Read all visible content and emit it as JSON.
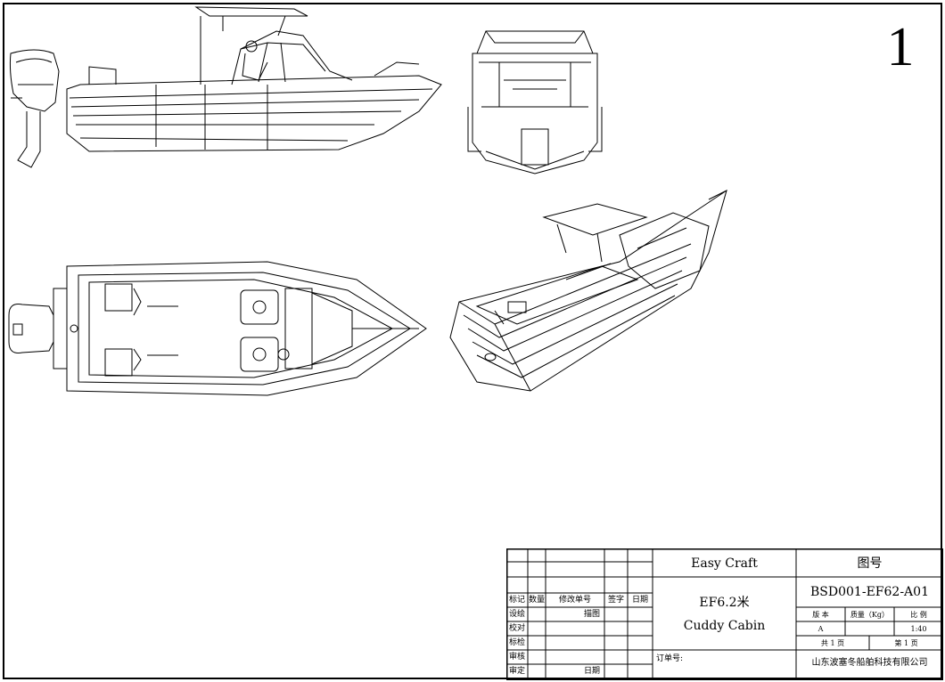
{
  "sheet": {
    "number": "1"
  },
  "title_block": {
    "company_short": "Easy Craft",
    "drawing_no_label": "图号",
    "drawing_no": "BSD001-EF62-A01",
    "model": "EF6.2米",
    "model_name": "Cuddy Cabin",
    "rev_headers": [
      "标记",
      "数量",
      "修改单号",
      "签字",
      "日期"
    ],
    "roles": [
      "设绘",
      "校对",
      "标检",
      "审核",
      "审定"
    ],
    "drawn_by_label": "描图",
    "date_label": "日期",
    "order_no_label": "订单号:",
    "version_label": "版 本",
    "mass_label": "质量（Kg）",
    "scale_label": "比 例",
    "version_value": "A",
    "scale_value": "1:40",
    "total_pages": "共 1 页",
    "page_no": "第 1 页",
    "company_full": "山东波塞冬船舶科技有限公司"
  }
}
